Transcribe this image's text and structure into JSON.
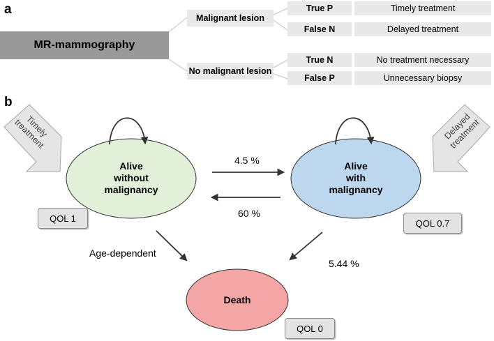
{
  "panel_a": {
    "label": "a",
    "root": "MR-mammography",
    "branches": [
      {
        "label": "Malignant lesion",
        "outcomes": [
          {
            "test": "True P",
            "result": "Timely treatment"
          },
          {
            "test": "False N",
            "result": "Delayed treatment"
          }
        ]
      },
      {
        "label": "No malignant lesion",
        "outcomes": [
          {
            "test": "True N",
            "result": "No treatment necessary"
          },
          {
            "test": "False P",
            "result": "Unnecessary biopsy"
          }
        ]
      }
    ]
  },
  "panel_b": {
    "label": "b",
    "states": {
      "alive_without": {
        "line1": "Alive",
        "line2": "without",
        "line3": "malignancy",
        "qol": "QOL 1",
        "color": "#e2f0d9"
      },
      "alive_with": {
        "line1": "Alive",
        "line2": "with",
        "line3": "malignancy",
        "qol": "QOL 0.7",
        "color": "#bdd7ee"
      },
      "death": {
        "label": "Death",
        "qol": "QOL 0",
        "color": "#f4a6a6"
      }
    },
    "transitions": {
      "without_to_with": "4.5 %",
      "with_to_without": "60 %",
      "without_to_death": "Age-dependent",
      "with_to_death": "5.44 %"
    },
    "inputs": {
      "timely": {
        "line1": "Timely",
        "line2": "treatment"
      },
      "delayed": {
        "line1": "Delayed",
        "line2": "treatment"
      }
    }
  }
}
